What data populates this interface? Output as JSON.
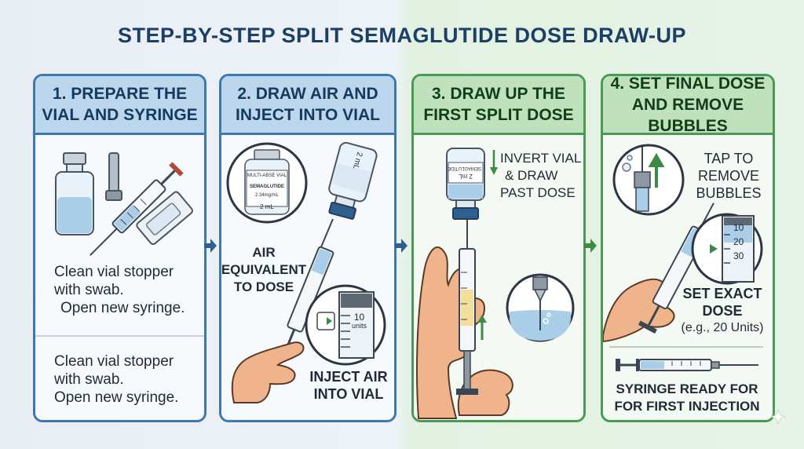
{
  "title": "STEP-BY-STEP SPLIT SEMAGLUTIDE DOSE DRAW-UP",
  "steps": [
    {
      "heading_line1": "1. PREPARE THE",
      "heading_line2": "VIAL AND SYRINGE",
      "text_a_line1": "Clean vial stopper",
      "text_a_line2": "with swab.",
      "text_a_line3": "Open new syringe.",
      "text_b_line1": "Clean vial stopper",
      "text_b_line2": "with swab.",
      "text_b_line3": "Open new syringe."
    },
    {
      "heading_line1": "2. DRAW AIR AND",
      "heading_line2": "INJECT INTO VIAL",
      "vial_label_top": "MULTI-ABSE VIAL",
      "vial_label_name": "SEMAGLUTIDE",
      "vial_label_conc": "2.34mg/mL",
      "vial_label_vol": "2 mL",
      "inverted_vial_vol": "2 mL",
      "air_line1": "AIR",
      "air_line2": "EQUIVALENT",
      "air_line3": "TO DOSE",
      "zoom_number": "10",
      "zoom_unit": "units",
      "inject_line1": "INJECT AIR",
      "inject_line2": "INTO VIAL"
    },
    {
      "heading_line1": "3. DRAW UP THE",
      "heading_line2": "FIRST SPLIT DOSE",
      "vial_label_name": "SEMAGLUTIDE",
      "vial_label_vol": "2 mL",
      "invert_line1": "INVERT VIAL",
      "invert_line2": "& DRAW",
      "invert_line3": "PAST DOSE"
    },
    {
      "heading_line1": "4. SET FINAL DOSE",
      "heading_line2": "AND REMOVE BUBBLES",
      "tap_line1": "TAP TO",
      "tap_line2": "REMOVE",
      "tap_line3": "BUBBLES",
      "scale_10": "10",
      "scale_20": "20",
      "scale_30": "30",
      "set_line1": "SET EXACT",
      "set_line2": "DOSE",
      "set_line3": "(e.g., 20 Units)",
      "ready_line1": "SYRINGE READY FOR",
      "ready_line2": "FOR FIRST INJECTION"
    }
  ],
  "colors": {
    "title": "#1c3f66",
    "blue_border": "#3f78ad",
    "blue_header": "#bcd6ee",
    "green_border": "#4a9a55",
    "green_header": "#bfe2bd",
    "arrow_blue": "#2f5f8c",
    "arrow_green": "#3c8a45",
    "liquid": "#aacde8",
    "skin": "#f0b48c"
  }
}
